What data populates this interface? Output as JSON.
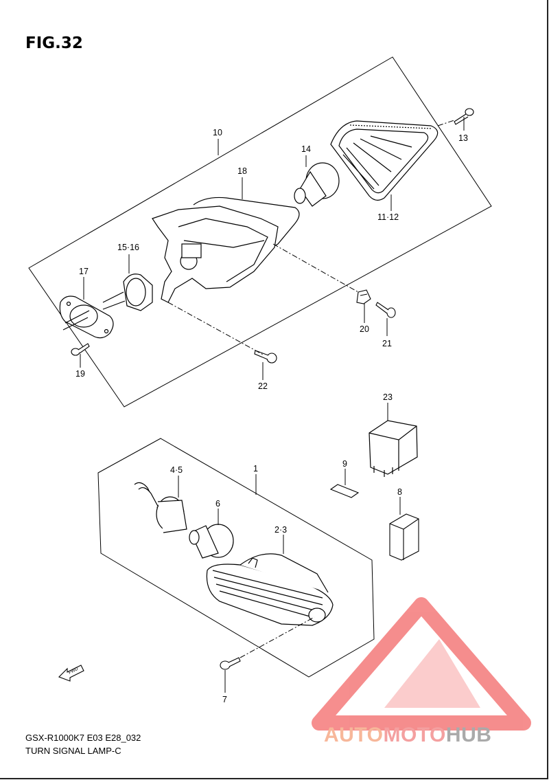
{
  "figure": {
    "title": "FIG.32",
    "model_code": "GSX-R1000K7 E03 E28_032",
    "caption": "TURN SIGNAL LAMP-C"
  },
  "callouts": {
    "c1": "1",
    "c2_3": "2·3",
    "c4_5": "4·5",
    "c6": "6",
    "c7": "7",
    "c8": "8",
    "c9": "9",
    "c10": "10",
    "c11_12": "11·12",
    "c13": "13",
    "c14": "14",
    "c15_16": "15·16",
    "c17": "17",
    "c18": "18",
    "c19": "19",
    "c20": "20",
    "c21": "21",
    "c22": "22",
    "c23": "23"
  },
  "fwd_arrow": {
    "label": "FWD"
  },
  "watermark": {
    "part1": "AUTO",
    "part2": "MOTO",
    "part3": "HUB",
    "color_triangle": "#f47a7a",
    "color_auto": "#f7b79a",
    "color_moto": "#f4a0a0",
    "color_hub": "#aaaaaa"
  }
}
